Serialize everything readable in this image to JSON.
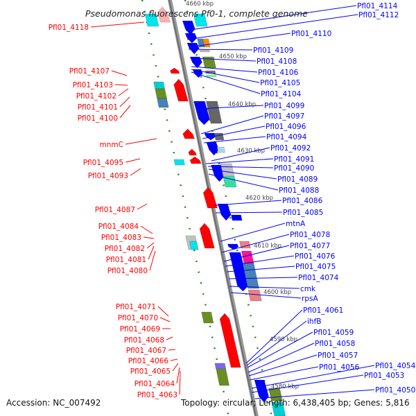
{
  "title": "Pseudomonas fluorescens Pf0-1, complete genome",
  "footer": {
    "accession": "Accession: NC_007492",
    "summary": "Topology: circular; Length: 6,438,405 bp; Genes: 5,816"
  },
  "colors": {
    "reverse_strand": "#ff0000",
    "forward_strand": "#0000ff",
    "backbone": "#808080",
    "tick": "#228b22"
  },
  "kbp_marks": [
    "4660 kbp",
    "4650 kbp",
    "4640 kbp",
    "4630 kbp",
    "4620 kbp",
    "4610 kbp",
    "4600 kbp",
    "4590 kbp",
    "4580 kbp"
  ],
  "left_labels": [
    "Pfl01_4118",
    "Pfl01_4107",
    "Pfl01_4103",
    "Pfl01_4102",
    "Pfl01_4101",
    "Pfl01_4100",
    "mnmC",
    "Pfl01_4095",
    "Pfl01_4093",
    "Pfl01_4087",
    "Pfl01_4084",
    "Pfl01_4083",
    "Pfl01_4082",
    "Pfl01_4081",
    "Pfl01_4080",
    "Pfl01_4071",
    "Pfl01_4070",
    "Pfl01_4069",
    "Pfl01_4068",
    "Pfl01_4067",
    "Pfl01_4066",
    "Pfl01_4065",
    "Pfl01_4064",
    "Pfl01_4063"
  ],
  "right_labels": [
    "Pfl01_4114",
    "Pfl01_4112",
    "Pfl01_4110",
    "Pfl01_4109",
    "Pfl01_4108",
    "Pfl01_4106",
    "Pfl01_4105",
    "Pfl01_4104",
    "Pfl01_4099",
    "Pfl01_4097",
    "Pfl01_4096",
    "Pfl01_4094",
    "Pfl01_4092",
    "Pfl01_4091",
    "Pfl01_4090",
    "Pfl01_4089",
    "Pfl01_4088",
    "Pfl01_4086",
    "Pfl01_4085",
    "mtnA",
    "Pfl01_4078",
    "Pfl01_4077",
    "Pfl01_4076",
    "Pfl01_4075",
    "Pfl01_4074",
    "cmk",
    "rpsA",
    "Pfl01_4061",
    "ihfB",
    "Pfl01_4059",
    "Pfl01_4058",
    "Pfl01_4057",
    "Pfl01_4056",
    "Pfl01_4054",
    "Pfl01_4053",
    "Pfl01_4050"
  ]
}
